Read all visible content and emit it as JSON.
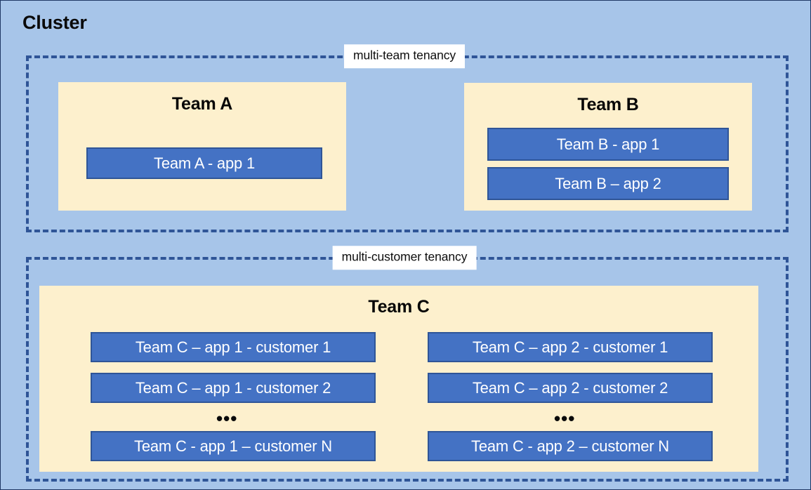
{
  "diagram": {
    "title": "Cluster",
    "background_color": "#a7c5e9",
    "team_box_color": "#fdf0cd",
    "app_box_color": "#4472c4",
    "app_box_border_color": "#2f5597",
    "dashed_border_color": "#2f5597",
    "label_background_color": "#ffffff"
  },
  "regions": [
    {
      "id": "multi-team",
      "label": "multi-team tenancy"
    },
    {
      "id": "multi-customer",
      "label": "multi-customer tenancy"
    }
  ],
  "teams": [
    {
      "id": "team-a",
      "title": "Team A",
      "apps": [
        {
          "label": "Team A - app 1"
        }
      ]
    },
    {
      "id": "team-b",
      "title": "Team B",
      "apps": [
        {
          "label": "Team B - app 1"
        },
        {
          "label": "Team B – app 2"
        }
      ]
    },
    {
      "id": "team-c",
      "title": "Team C",
      "columns": [
        {
          "id": "app-1",
          "apps": [
            {
              "label": "Team C – app 1 - customer 1"
            },
            {
              "label": "Team C – app 1 - customer 2"
            },
            {
              "label": "Team C - app 1 – customer N"
            }
          ],
          "ellipsis": "•••"
        },
        {
          "id": "app-2",
          "apps": [
            {
              "label": "Team C – app 2 - customer 1"
            },
            {
              "label": "Team C – app 2 - customer 2"
            },
            {
              "label": "Team C - app 2 – customer N"
            }
          ],
          "ellipsis": "•••"
        }
      ]
    }
  ]
}
